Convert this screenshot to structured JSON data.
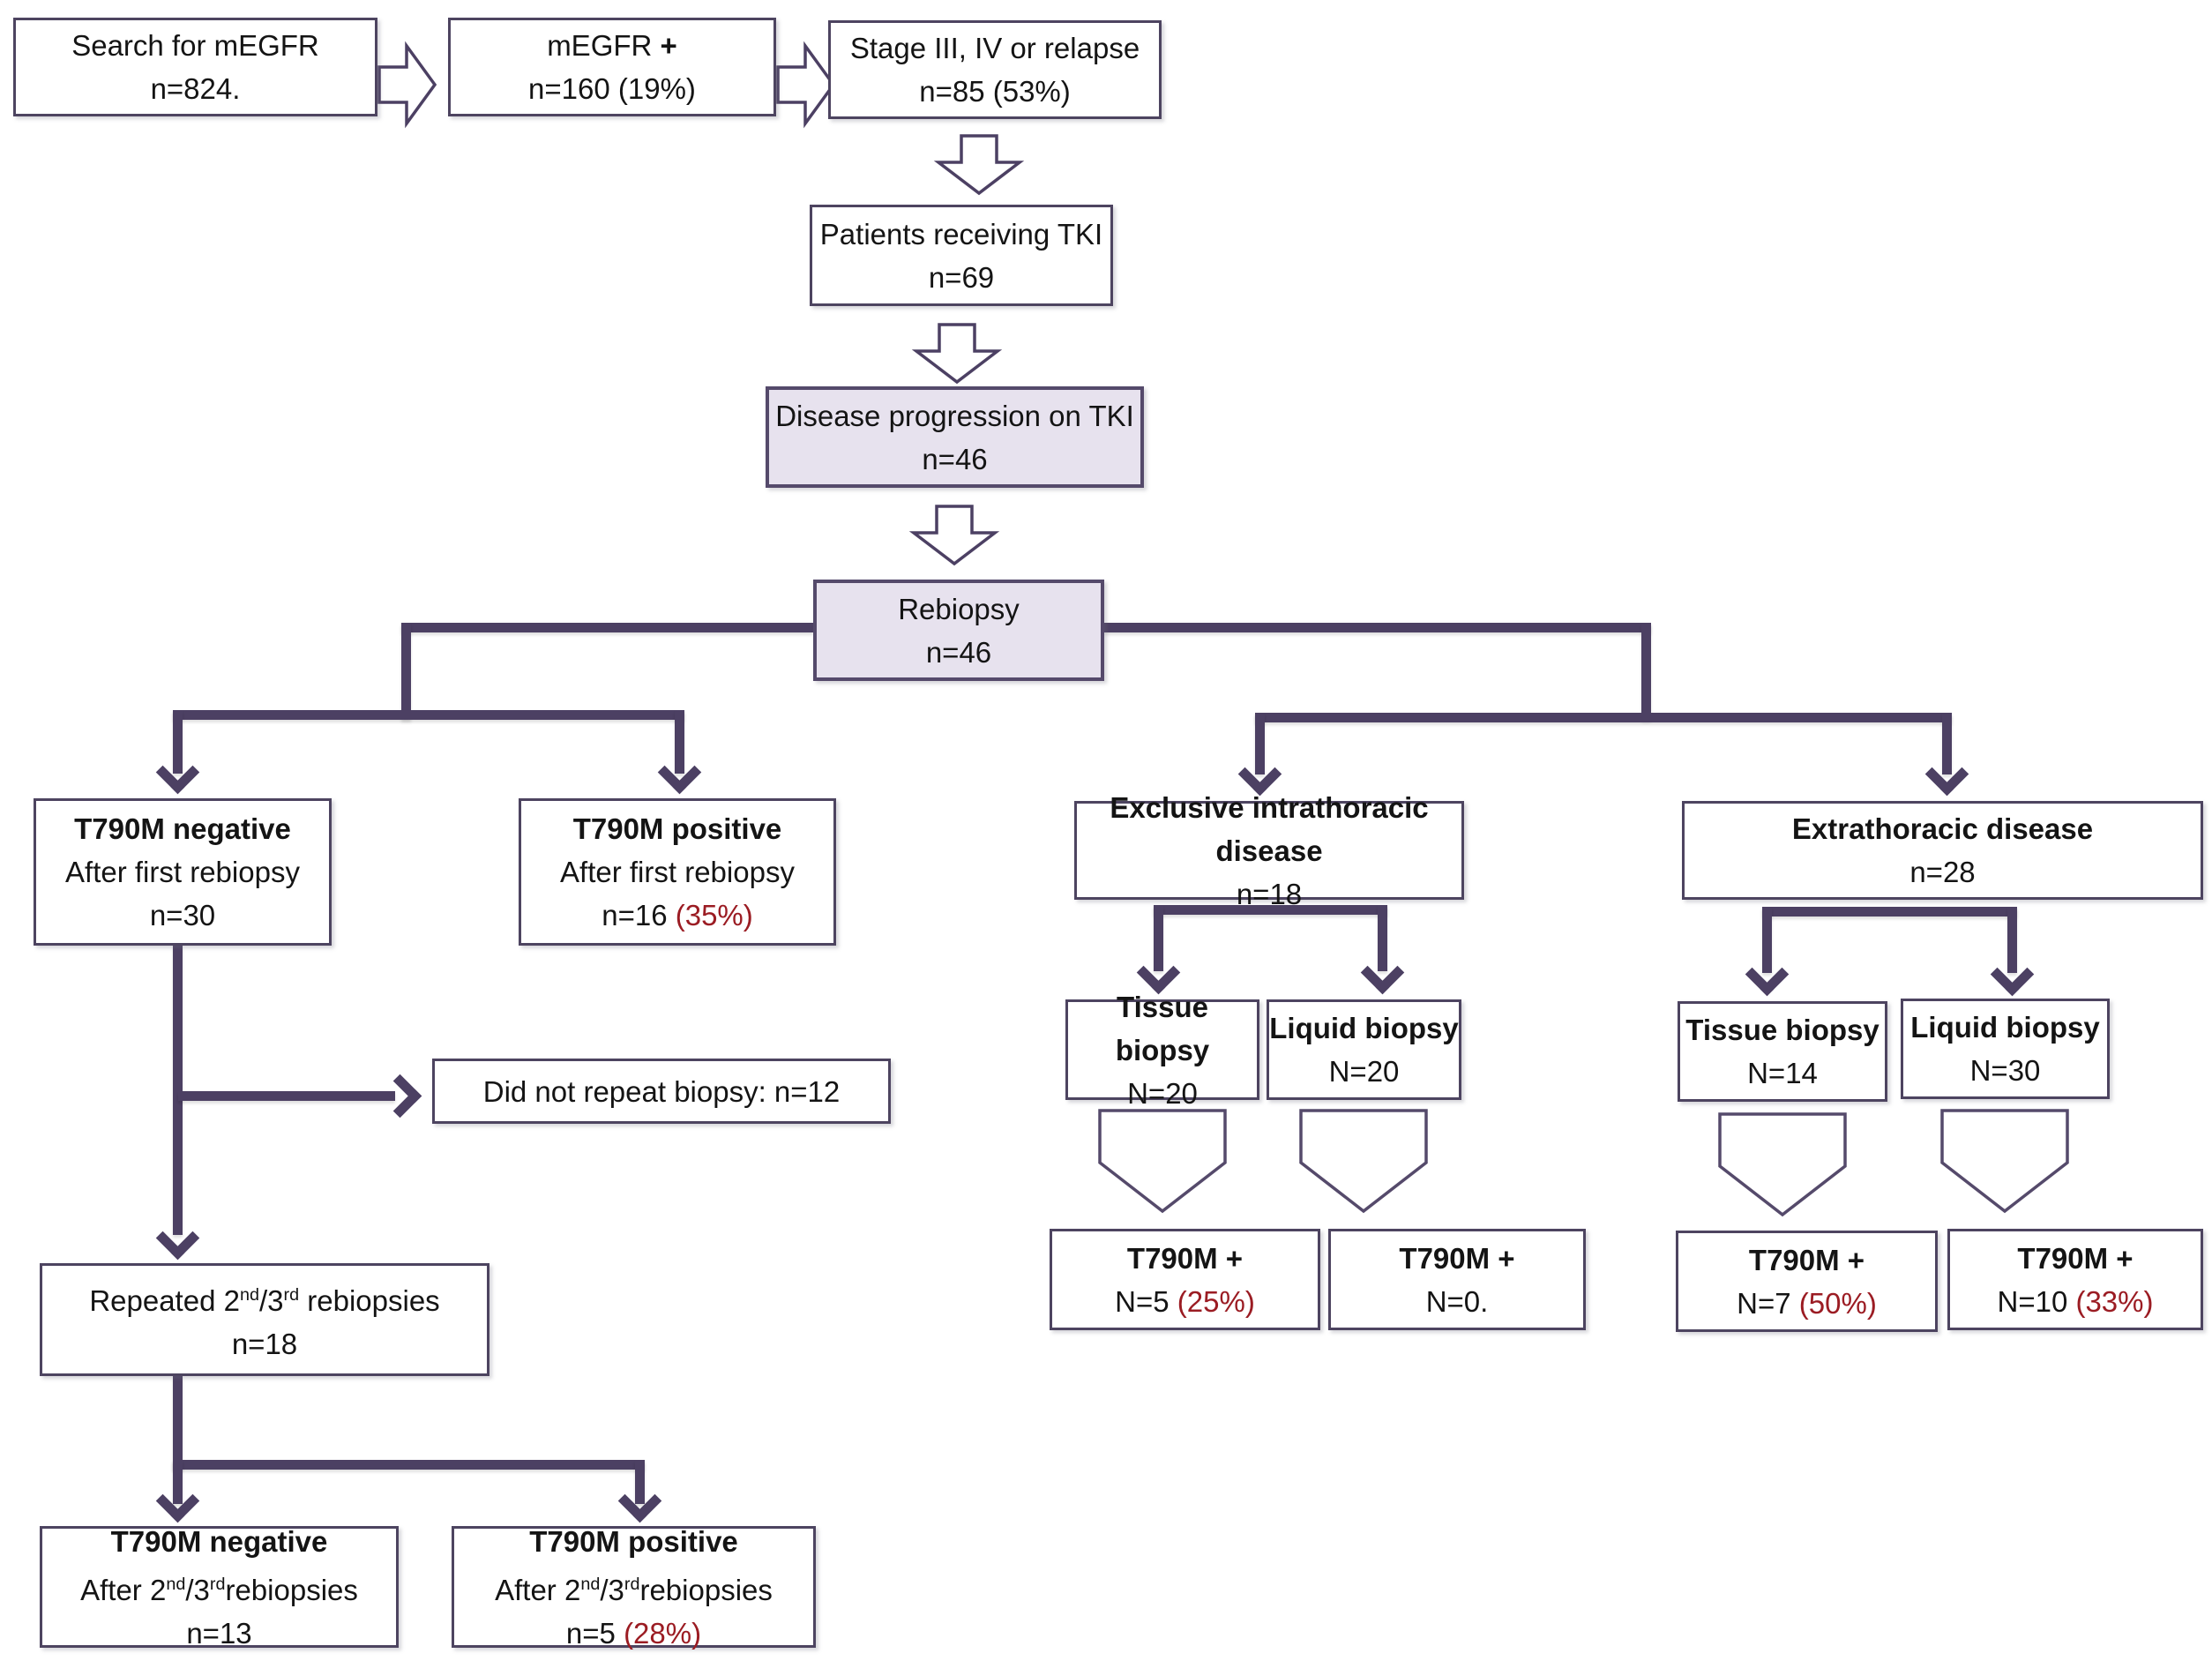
{
  "figure": {
    "type": "flowchart",
    "background": "#ffffff"
  },
  "colors": {
    "connector_line": "#4c4063",
    "box_border": "#4d4460",
    "lavender_fill": "#e7e2ee",
    "percent_red": "#9b1c23",
    "text": "#141414"
  },
  "nodes": {
    "search": {
      "lines": [
        "Search for mEGFR",
        "n=824."
      ]
    },
    "megfr": {
      "lines": [
        "mEGFR <b>+</b>",
        "n=160 (19%)"
      ]
    },
    "stage": {
      "lines": [
        "Stage III, IV or relapse",
        "n=85 (53%)"
      ]
    },
    "tki": {
      "lines": [
        "Patients receiving TKI",
        "n=69"
      ]
    },
    "progression": {
      "lines": [
        "Disease progression on TKI",
        "n=46"
      ]
    },
    "rebiopsy": {
      "lines": [
        "Rebiopsy",
        "n=46"
      ]
    },
    "t790m_neg_first": {
      "lines": [
        "T790M negative",
        "After first rebiopsy",
        "n=30"
      ]
    },
    "t790m_pos_first": {
      "lines": [
        "T790M positive",
        "After first rebiopsy",
        "n=16 <span class=\"pct\">(35%)</span>"
      ]
    },
    "did_not_repeat": {
      "lines": [
        "Did not repeat biopsy: n=12"
      ]
    },
    "repeated": {
      "lines": [
        "Repeated 2<sup>nd</sup>/3<sup>rd</sup> rebiopsies",
        "n=18"
      ]
    },
    "t790m_neg_second": {
      "lines": [
        "T790M negative",
        "After 2<sup>nd</sup>/3<sup>rd</sup>rebiopsies",
        "n=13"
      ]
    },
    "t790m_pos_second": {
      "lines": [
        "T790M positive",
        "After 2<sup>nd</sup>/3<sup>rd</sup>rebiopsies",
        "n=5 <span class=\"pct\">(28%)</span>"
      ]
    },
    "intrathoracic": {
      "lines": [
        "Exclusive intrathoracic disease",
        "n=18"
      ]
    },
    "extrathoracic": {
      "lines": [
        "Extrathoracic disease",
        "n=28"
      ]
    },
    "tissue_intra": {
      "lines": [
        "Tissue biopsy",
        "N=20"
      ]
    },
    "liquid_intra": {
      "lines": [
        "Liquid biopsy",
        "N=20"
      ]
    },
    "tissue_extra": {
      "lines": [
        "Tissue biopsy",
        "N=14"
      ]
    },
    "liquid_extra": {
      "lines": [
        "Liquid biopsy",
        "N=30"
      ]
    },
    "t790m_tissue_intra": {
      "lines": [
        "T790M +",
        "N=5 <span class=\"pct\">(25%)</span>"
      ]
    },
    "t790m_liquid_intra": {
      "lines": [
        "T790M +",
        "N=0."
      ]
    },
    "t790m_tissue_extra": {
      "lines": [
        "T790M +",
        "N=7 <span class=\"pct\">(50%)</span>"
      ]
    },
    "t790m_liquid_extra": {
      "lines": [
        "T790M +",
        "N=10 <span class=\"pct\">(33%)</span>"
      ]
    }
  },
  "edges": [
    [
      "search",
      "megfr"
    ],
    [
      "megfr",
      "stage"
    ],
    [
      "stage",
      "tki"
    ],
    [
      "tki",
      "progression"
    ],
    [
      "progression",
      "rebiopsy"
    ],
    [
      "rebiopsy",
      "t790m_neg_first"
    ],
    [
      "rebiopsy",
      "t790m_pos_first"
    ],
    [
      "rebiopsy",
      "intrathoracic"
    ],
    [
      "rebiopsy",
      "extrathoracic"
    ],
    [
      "t790m_neg_first",
      "did_not_repeat"
    ],
    [
      "t790m_neg_first",
      "repeated"
    ],
    [
      "repeated",
      "t790m_neg_second"
    ],
    [
      "repeated",
      "t790m_pos_second"
    ],
    [
      "intrathoracic",
      "tissue_intra"
    ],
    [
      "intrathoracic",
      "liquid_intra"
    ],
    [
      "extrathoracic",
      "tissue_extra"
    ],
    [
      "extrathoracic",
      "liquid_extra"
    ],
    [
      "tissue_intra",
      "t790m_tissue_intra"
    ],
    [
      "liquid_intra",
      "t790m_liquid_intra"
    ],
    [
      "tissue_extra",
      "t790m_tissue_extra"
    ],
    [
      "liquid_extra",
      "t790m_liquid_extra"
    ]
  ]
}
